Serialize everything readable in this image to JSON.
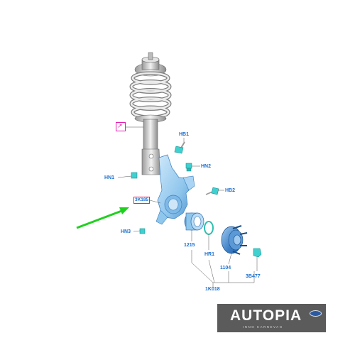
{
  "labels": {
    "hb1": "HB1",
    "hn1": "HN1",
    "hn2": "HN2",
    "hb2": "HB2",
    "hn3": "HN3",
    "part_3k185": "3K185",
    "part_1215": "1215",
    "hr1": "HR1",
    "part_1104": "1104",
    "part_3b477": "3B477",
    "part_1k018": "1K018"
  },
  "logo": {
    "main": "AUTOPIA",
    "sub": "INNO KARNEVAN"
  },
  "colors": {
    "part_blue": "#8fc6ec",
    "part_blue_dark": "#4f93cf",
    "fastener_cyan": "#3fd0d0",
    "label_blue": "#1a6fd1",
    "callout_red": "#e0245e",
    "callout_magenta": "#e21fb0",
    "pointer_green": "#1fd11f",
    "strut_grey": "#cfcfcf",
    "logo_bg": "#5b5b5b"
  }
}
